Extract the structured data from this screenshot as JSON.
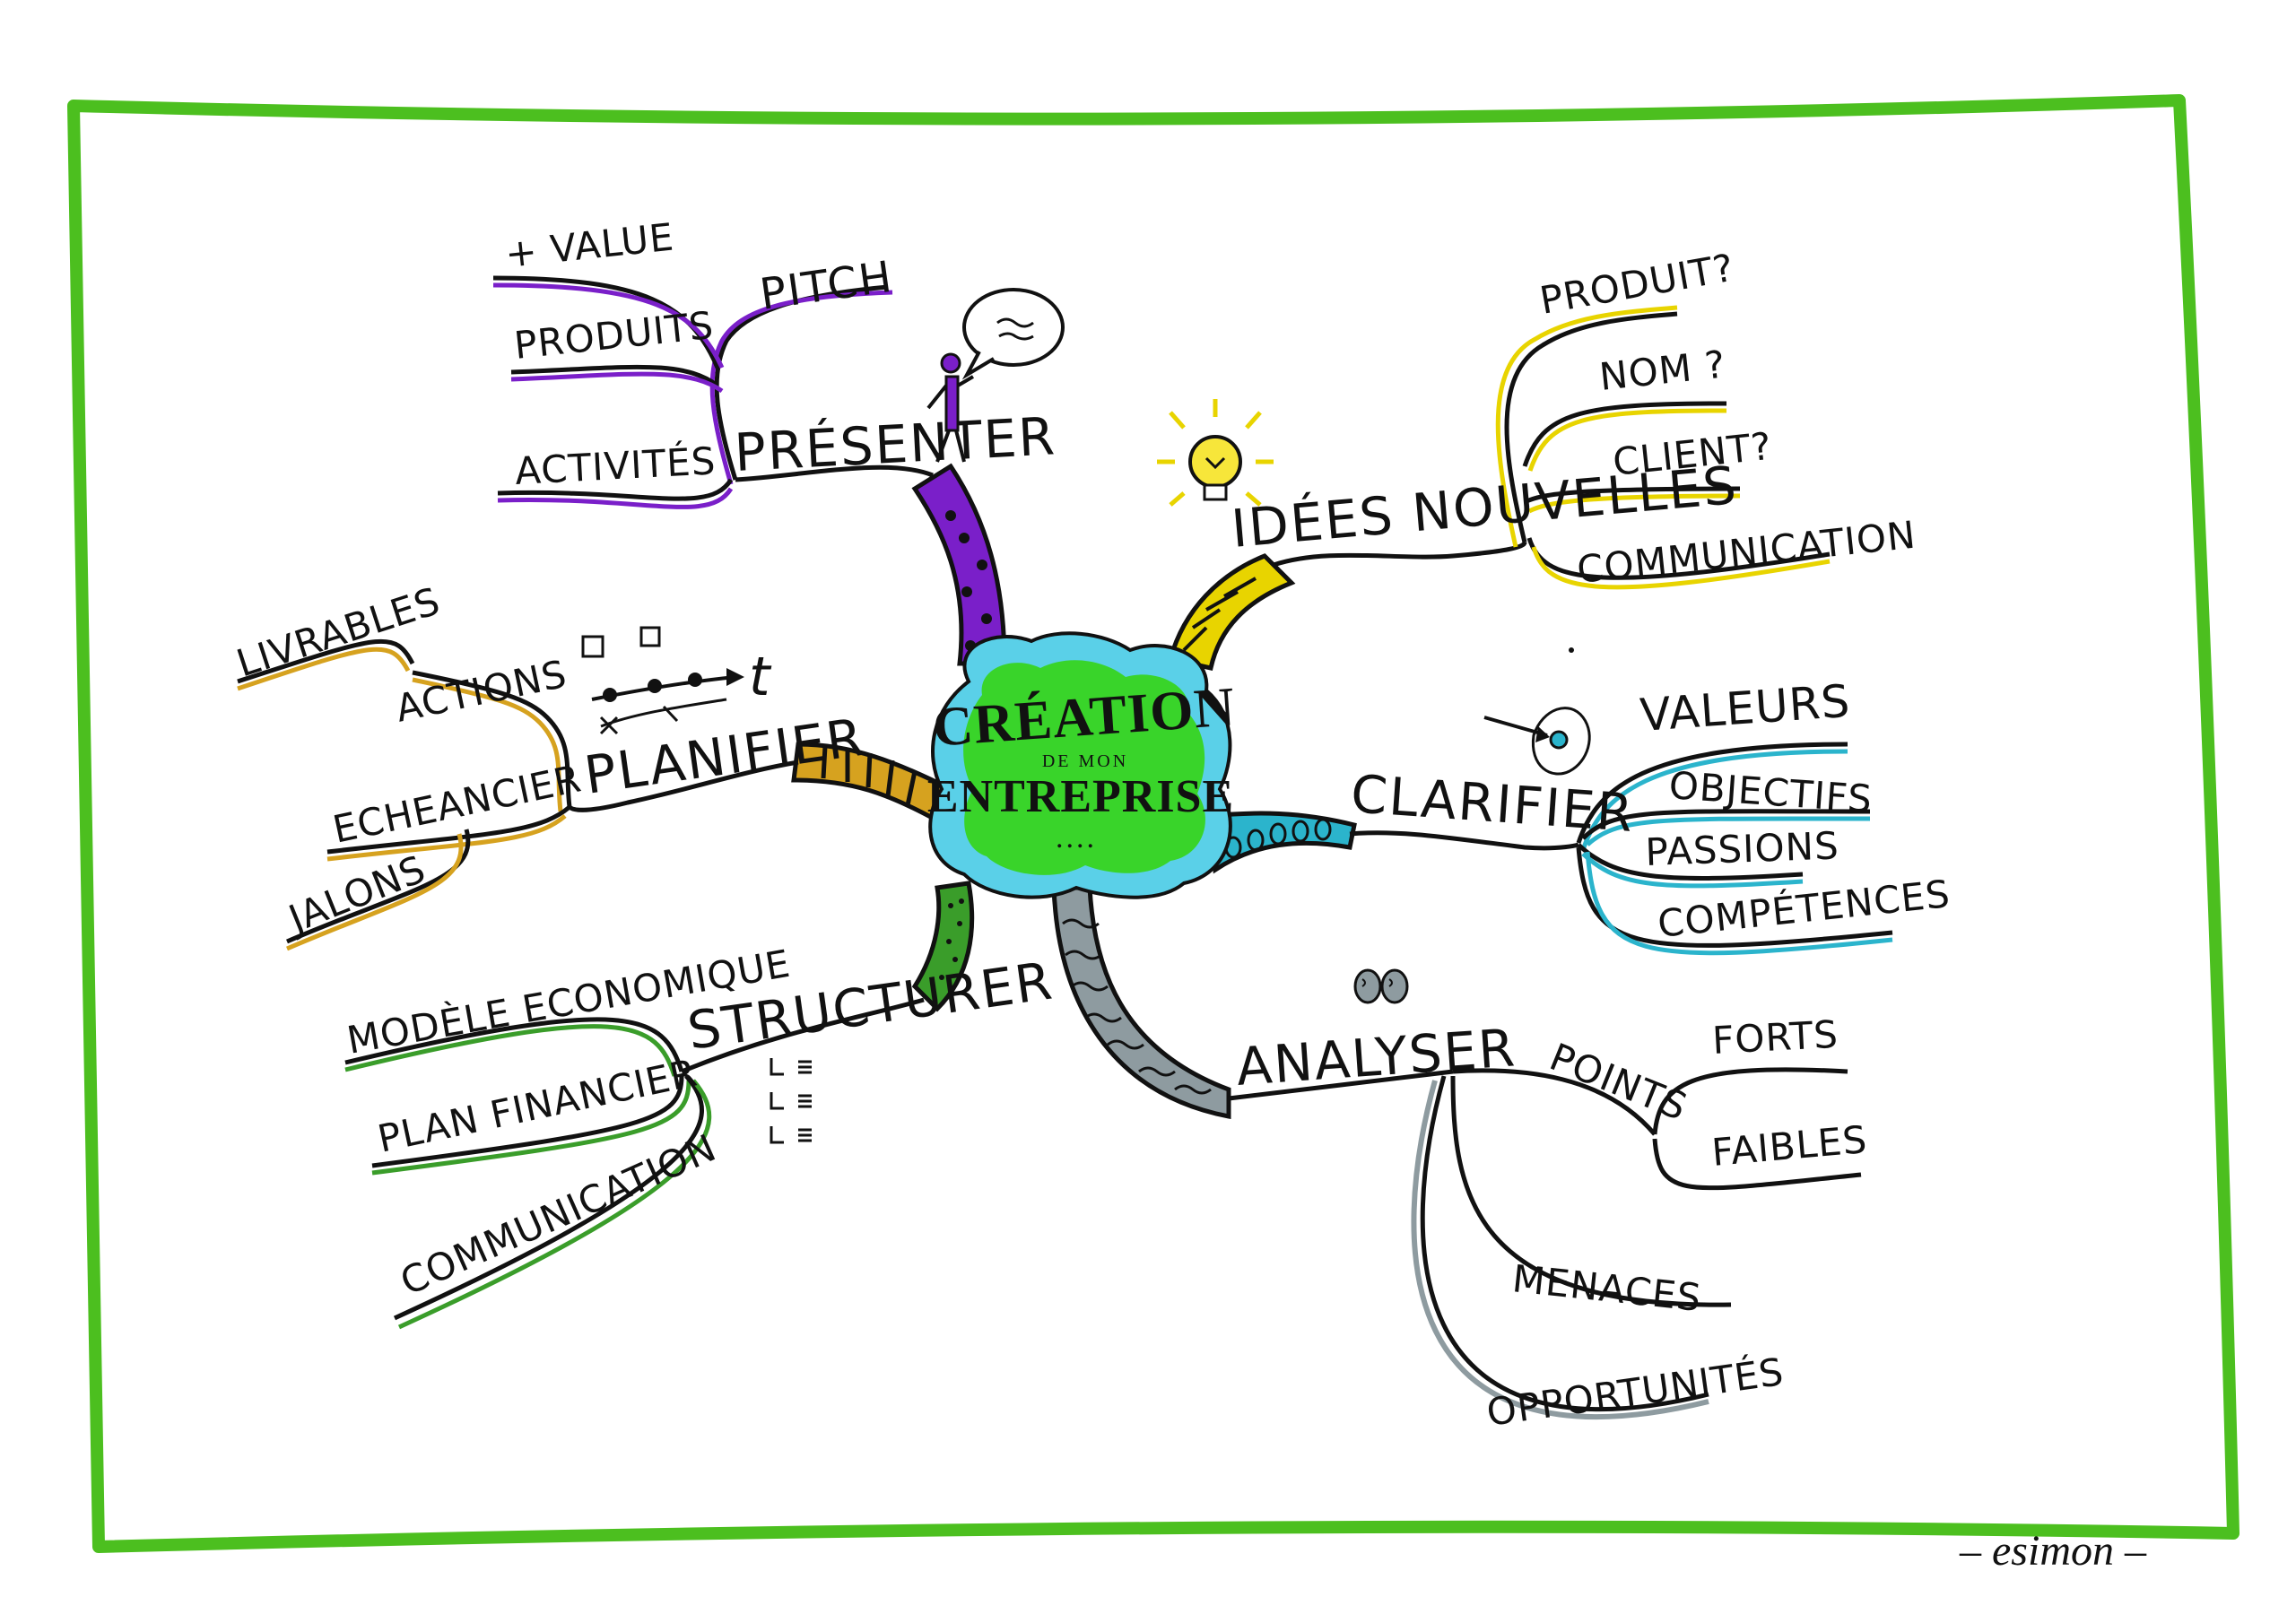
{
  "colors": {
    "frame": "#4cbf1f",
    "center_fill": "#39d42a",
    "center_halo": "#5ad0e8",
    "presenter": "#7a1fc9",
    "idees": "#e8d400",
    "planifier": "#d6a21f",
    "clarifier": "#2bb4cc",
    "structurer": "#3a9d2a",
    "analyser": "#8e9ba0",
    "ink": "#111111"
  },
  "center": {
    "line1": "CRÉATION",
    "line2": "DE MON",
    "line3": "ENTREPRISE",
    "line4": "...."
  },
  "branches": {
    "presenter": {
      "label": "PRÉSENTER",
      "pitch": "PITCH",
      "items": [
        "+ VALUE",
        "PRODUITS",
        "ACTIVITÉS"
      ]
    },
    "idees": {
      "label": "IDÉES NOUVELLES",
      "items": [
        "PRODUIT?",
        "NOM ?",
        "CLIENT?",
        "COMMUNICATION"
      ]
    },
    "planifier": {
      "label": "PLANIFIER",
      "items": [
        "LIVRABLES",
        "ACTIONS",
        "ECHEANCIER",
        "JALONS"
      ],
      "icon_t": "t"
    },
    "clarifier": {
      "label": "CLARIFIER",
      "items": [
        "VALEURS",
        "OBJECTIFS",
        "PASSIONS",
        "COMPÉTENCES"
      ]
    },
    "structurer": {
      "label": "STRUCTURER",
      "items": [
        "MODÈLE ECONOMIQUE",
        "PLAN FINANCIER",
        "COMMUNICATION"
      ]
    },
    "analyser": {
      "label": "ANALYSER",
      "points": "POINTS",
      "points_items": [
        "FORTS",
        "FAIBLES"
      ],
      "items": [
        "MENACES",
        "OPPORTUNITÉS"
      ]
    }
  },
  "signature": "– esimon –",
  "icons": [
    "speech-bubble-person-icon",
    "lightbulb-icon",
    "timeline-icon",
    "target-icon",
    "checklist-icon",
    "brain-icon"
  ]
}
